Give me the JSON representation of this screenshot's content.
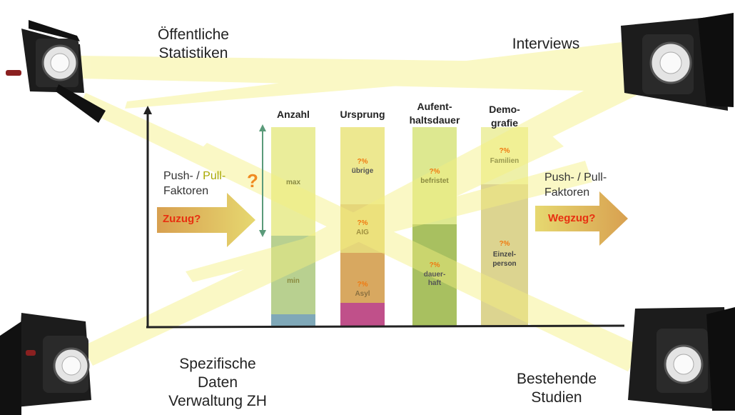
{
  "corners": {
    "top_left": [
      "Öffentliche",
      "Statistiken"
    ],
    "top_right": "Interviews",
    "bottom_left": [
      "Spezifische",
      "Daten",
      "Verwaltung ZH"
    ],
    "bottom_right": [
      "Bestehende",
      "Studien"
    ]
  },
  "columns": [
    {
      "head": [
        "Anzahl"
      ],
      "segments": [
        {
          "label": "max"
        },
        {
          "label": "min"
        }
      ]
    },
    {
      "head": [
        "Ursprung"
      ],
      "segments": [
        {
          "q": "?%",
          "label": "übrige"
        },
        {
          "q": "?%",
          "label": "AIG"
        },
        {
          "q": "?%",
          "label": "Asyl"
        }
      ]
    },
    {
      "head": [
        "Aufent-",
        "haltsdauer"
      ],
      "segments": [
        {
          "q": "?%",
          "label": "befristet"
        },
        {
          "q": "?%",
          "label": "dauer-\nhaft"
        }
      ]
    },
    {
      "head": [
        "Demo-",
        "grafie"
      ],
      "segments": [
        {
          "q": "?%",
          "label": "Familien"
        },
        {
          "q": "?%",
          "label": "Einzel-\nperson"
        }
      ]
    }
  ],
  "left_block": {
    "push": "Push- / ",
    "pull": "Pull-",
    "faktoren": "Faktoren",
    "question": "?",
    "arrow": "Zuzug?"
  },
  "right_block": {
    "push": "Push- / Pull-",
    "faktoren": "Faktoren",
    "arrow": "Wegzug?"
  },
  "colors": {
    "beam": "#f5f080",
    "arrow_fill": "#c8a040",
    "arrow_text": "#e83010",
    "question": "#f08a20"
  }
}
